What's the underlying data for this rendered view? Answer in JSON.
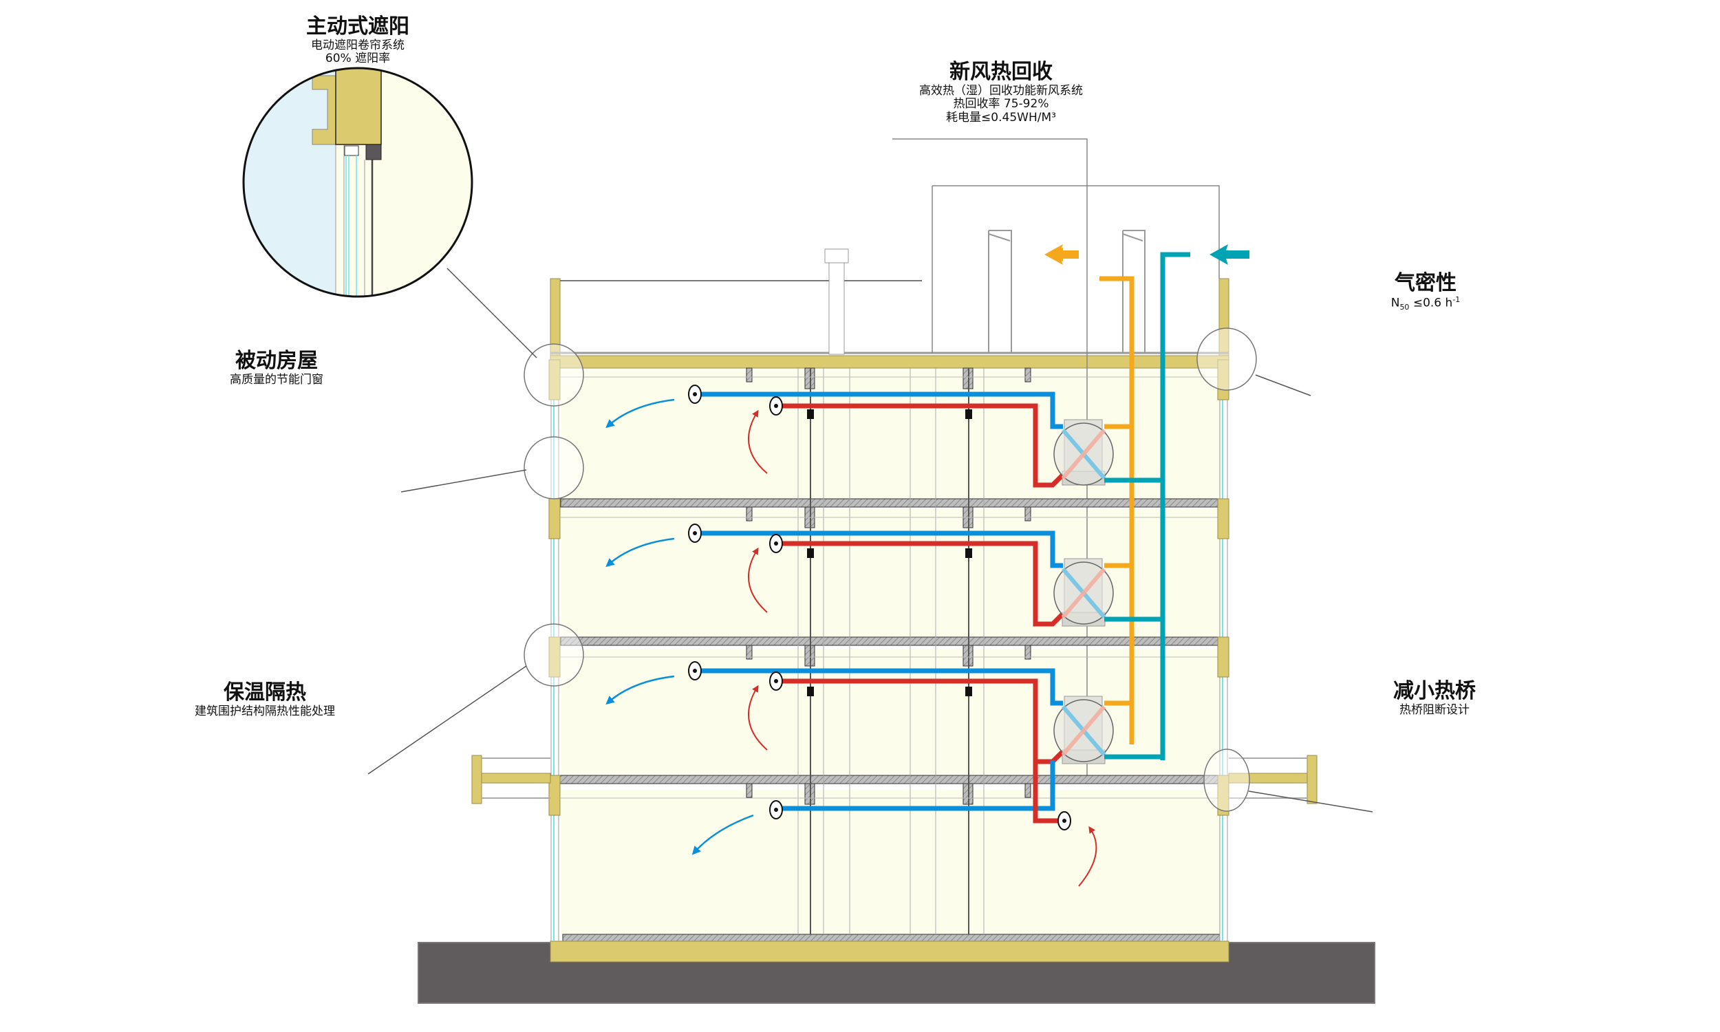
{
  "diagram": {
    "type": "passive-house building section",
    "colors": {
      "wall_yellow": "#dcca6e",
      "interior": "#fdfdec",
      "exterior_blue": "#e1f2f8",
      "concrete_gray": "#605c5e",
      "fresh_air_teal": "#00a3b4",
      "exhaust_orange": "#f5a81c",
      "supply_blue": "#0a8fdc",
      "extract_red": "#d52d27",
      "sun_yellow": "#f6e21a",
      "heat_orange": "#e07d1e",
      "cold_blue": "#2f46d6"
    }
  },
  "callouts": {
    "shading": {
      "title": "主动式遮阳",
      "lines": [
        "电动遮阳卷帘系统",
        "60% 遮阳率"
      ]
    },
    "passive_house": {
      "title": "被动房屋",
      "lines": [
        "高质量的节能门窗"
      ]
    },
    "insulation": {
      "title": "保温隔热",
      "lines": [
        "建筑围护结构隔热性能处理"
      ]
    },
    "heat_recovery": {
      "title": "新风热回收",
      "lines": [
        "高效热（湿）回收功能新风系统",
        "热回收率 75-92%",
        "耗电量≤0.45WH/M³"
      ]
    },
    "airtightness": {
      "title": "气密性",
      "n": "N",
      "n_sub": "50",
      "value": " ≤0.6 h",
      "value_sup": "-1"
    },
    "thermal_bridge": {
      "title": "减小热桥",
      "lines": [
        "热桥阻断设计"
      ]
    }
  }
}
